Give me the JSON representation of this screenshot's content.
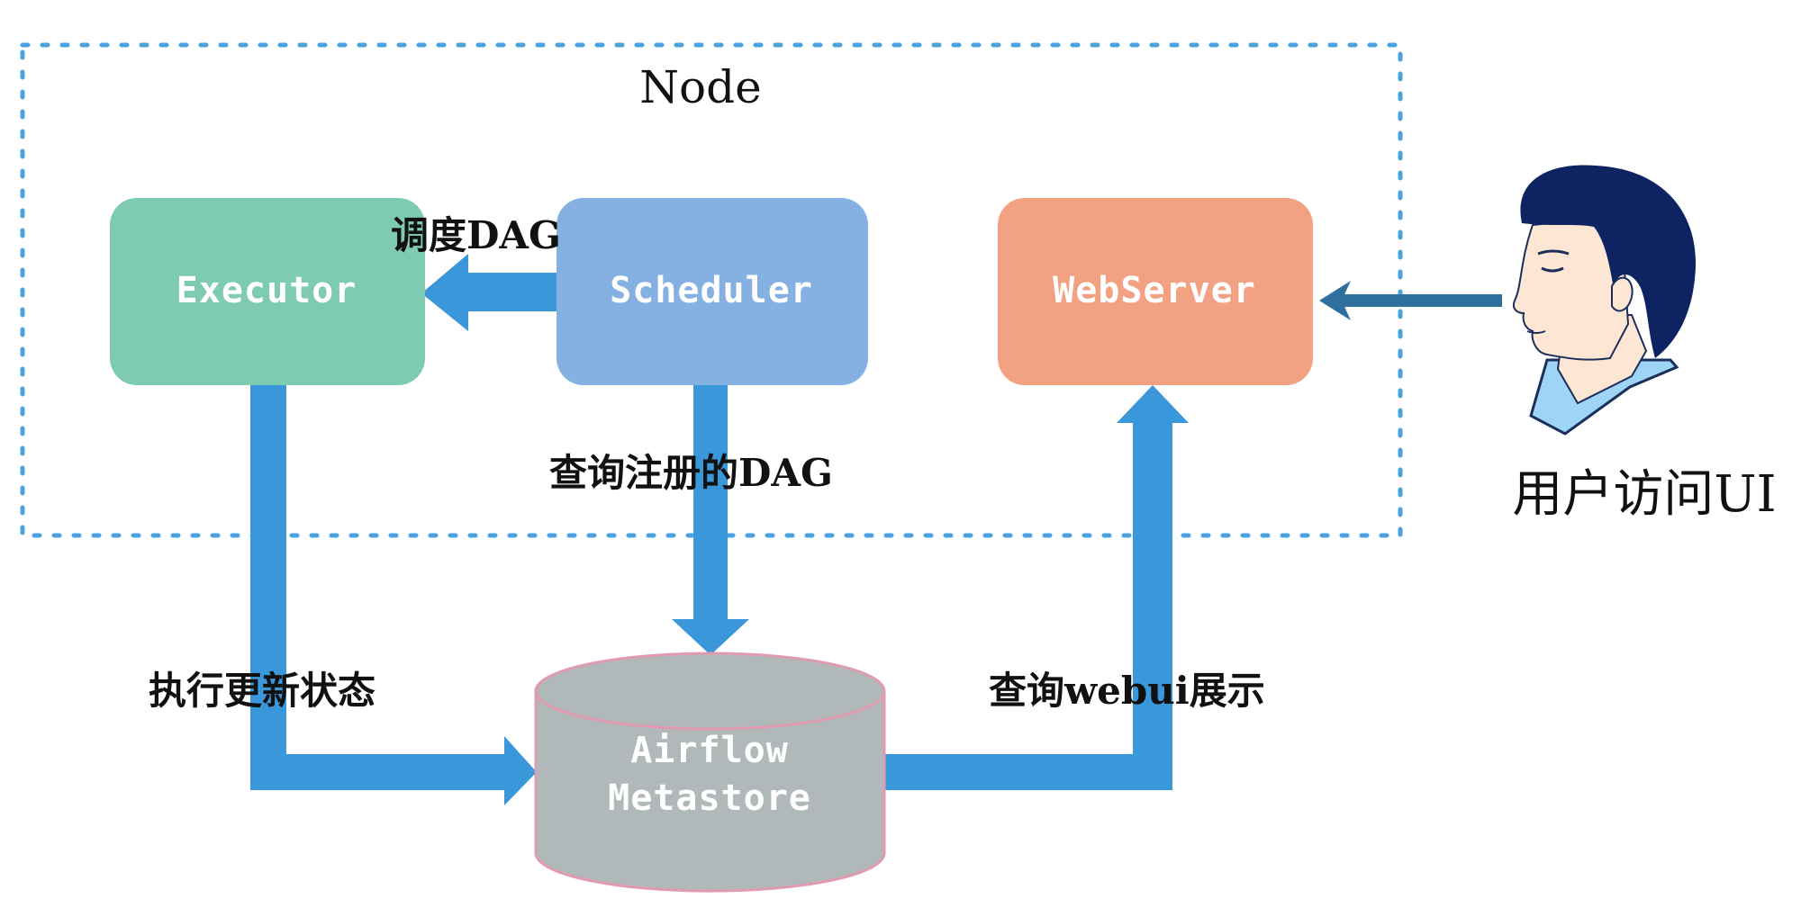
{
  "node": {
    "title": "Node"
  },
  "components": {
    "executor": {
      "label": "Executor",
      "color": "#7ecab2"
    },
    "scheduler": {
      "label": "Scheduler",
      "color": "#85b1e2"
    },
    "webserver": {
      "label": "WebServer",
      "color": "#f2a282"
    },
    "metastore": {
      "label_line1": "Airflow",
      "label_line2": "Metastore",
      "color": "#b1b8b9",
      "border_color": "#e09bb0"
    }
  },
  "edges": {
    "scheduler_to_executor": "调度DAG",
    "scheduler_to_metastore": "查询注册的DAG",
    "executor_to_metastore": "执行更新状态",
    "metastore_to_webserver": "查询webui展示"
  },
  "user": {
    "label": "用户访问UI",
    "icon": "user-head-icon"
  },
  "colors": {
    "arrow": "#3a97da",
    "user_arrow": "#2f6f9d",
    "dashed_border": "#4aa3e0"
  }
}
